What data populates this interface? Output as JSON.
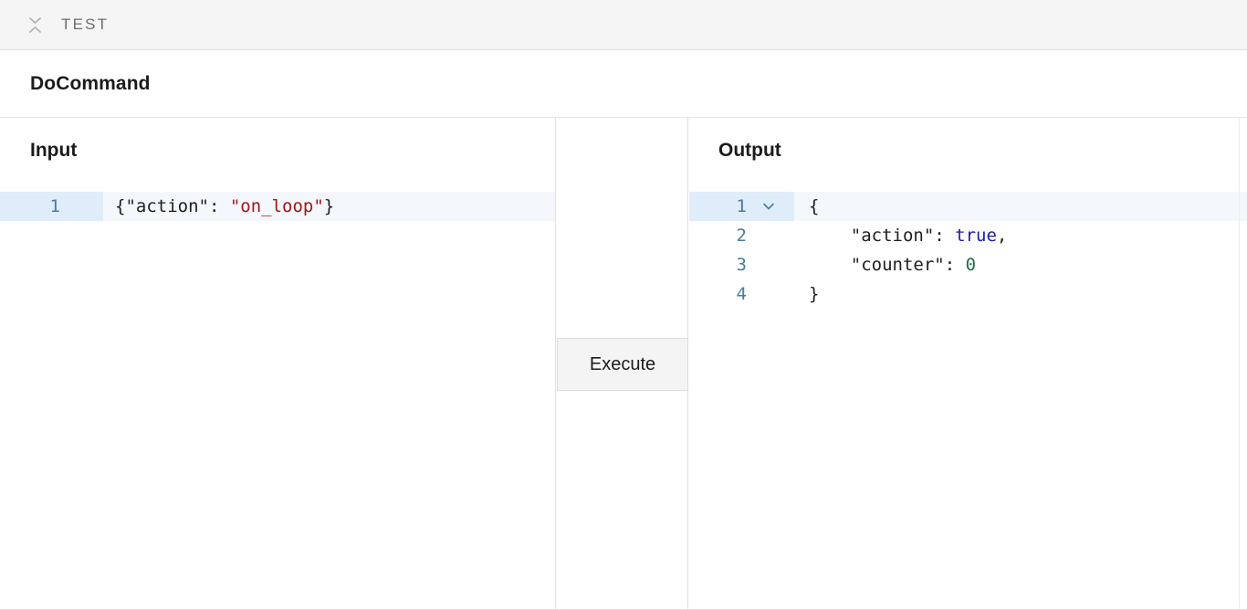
{
  "topbar": {
    "collapse_icon": "collapse-chevrons-icon",
    "title": "TEST"
  },
  "command": {
    "title": "DoCommand"
  },
  "input_panel": {
    "heading": "Input",
    "lines": [
      {
        "number": "1",
        "active": true,
        "tokens": [
          {
            "text": "{\"action\": ",
            "type": "plain"
          },
          {
            "text": "\"on_loop\"",
            "type": "string"
          },
          {
            "text": "}",
            "type": "plain"
          }
        ],
        "plain": "{\"action\": \"on_loop\"}"
      }
    ]
  },
  "middle_panel": {
    "execute_label": "Execute"
  },
  "output_panel": {
    "heading": "Output",
    "fold_icon": "chevron-down-icon",
    "lines": [
      {
        "number": "1",
        "active": true,
        "fold": true,
        "text": "{"
      },
      {
        "number": "2",
        "active": false,
        "fold": false,
        "text": "    \"action\": ",
        "value": "true",
        "value_type": "bool",
        "suffix": ","
      },
      {
        "number": "3",
        "active": false,
        "fold": false,
        "text": "    \"counter\": ",
        "value": "0",
        "value_type": "num",
        "suffix": ""
      },
      {
        "number": "4",
        "active": false,
        "fold": false,
        "text": "}"
      }
    ]
  },
  "colors": {
    "accent_blue": "#4a7b9d",
    "active_line": "#f4f8fd",
    "gutter_active": "#dfecf9",
    "string_red": "#a31515",
    "bool_blue": "#1c1cac",
    "number_green": "#226c46",
    "topbar_bg": "#f5f5f5",
    "button_bg": "#f4f4f4"
  }
}
